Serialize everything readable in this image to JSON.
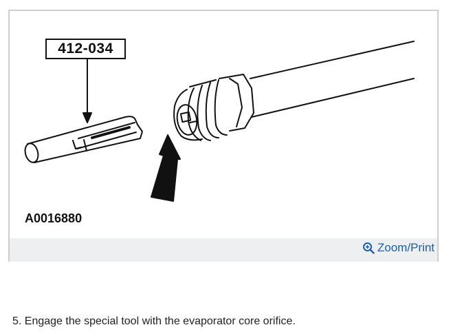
{
  "figure": {
    "tool_number": "412-034",
    "figure_id": "A0016880",
    "zoom_label": "Zoom/Print"
  },
  "step": {
    "text": "5. Engage the special tool with the evaporator core orifice."
  },
  "colors": {
    "link": "#1b5fa8",
    "footer_bg": "#eeeff0",
    "frame_border": "#cfcfcf"
  },
  "icons": {
    "zoom": "magnifier-plus-icon"
  }
}
